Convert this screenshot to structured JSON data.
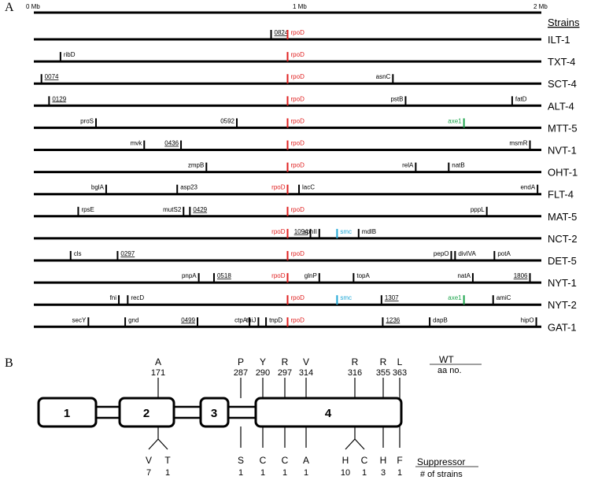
{
  "panel_a": {
    "label": "A",
    "scale": {
      "labels": [
        "0 Mb",
        "1 Mb",
        "2 Mb"
      ]
    },
    "strains_header": "Strains",
    "colors": {
      "rpoD": "#e02020",
      "smc": "#1fa7d6",
      "axe1": "#1aa34a",
      "default": "#000000"
    },
    "tracks": [
      {
        "strain": "ILT-1",
        "markers": [
          {
            "label": "0824",
            "pos": 0.935,
            "underline": true
          },
          {
            "label": "rpoD",
            "pos": 1.0,
            "color": "rpoD"
          }
        ]
      },
      {
        "strain": "TXT-4",
        "markers": [
          {
            "label": "ribD",
            "pos": 0.105
          },
          {
            "label": "rpoD",
            "pos": 1.0,
            "color": "rpoD"
          }
        ]
      },
      {
        "strain": "SCT-4",
        "markers": [
          {
            "label": "0074",
            "pos": 0.03,
            "underline": true
          },
          {
            "label": "rpoD",
            "pos": 1.0,
            "color": "rpoD"
          },
          {
            "label": "asnC",
            "pos": 1.415,
            "label_side": "left"
          }
        ]
      },
      {
        "strain": "ALT-4",
        "markers": [
          {
            "label": "0129",
            "pos": 0.06,
            "underline": true
          },
          {
            "label": "rpoD",
            "pos": 1.0,
            "color": "rpoD"
          },
          {
            "label": "pstB",
            "pos": 1.465,
            "label_side": "left"
          },
          {
            "label": "fatD",
            "pos": 1.885
          }
        ]
      },
      {
        "strain": "MTT-5",
        "markers": [
          {
            "label": "proS",
            "pos": 0.245,
            "label_side": "left"
          },
          {
            "label": "0592",
            "pos": 0.8,
            "label_side": "left"
          },
          {
            "label": "rpoD",
            "pos": 1.0,
            "color": "rpoD"
          },
          {
            "label": "axe1",
            "pos": 1.695,
            "color": "axe1",
            "label_side": "left"
          }
        ]
      },
      {
        "strain": "NVT-1",
        "markers": [
          {
            "label": "mvk",
            "pos": 0.435,
            "label_side": "left"
          },
          {
            "label": "0436",
            "pos": 0.58,
            "underline": true,
            "label_side": "left"
          },
          {
            "label": "rpoD",
            "pos": 1.0,
            "color": "rpoD"
          },
          {
            "label": "msmR",
            "pos": 1.955,
            "label_side": "left"
          }
        ]
      },
      {
        "strain": "OHT-1",
        "markers": [
          {
            "label": "zmpB",
            "pos": 0.68,
            "label_side": "left"
          },
          {
            "label": "rpoD",
            "pos": 1.0,
            "color": "rpoD"
          },
          {
            "label": "relA",
            "pos": 1.505,
            "label_side": "left"
          },
          {
            "label": "natB",
            "pos": 1.635
          }
        ]
      },
      {
        "strain": "FLT-4",
        "markers": [
          {
            "label": "bglA",
            "pos": 0.285,
            "label_side": "left"
          },
          {
            "label": "asp23",
            "pos": 0.565
          },
          {
            "label": "rpoD",
            "pos": 1.0,
            "color": "rpoD",
            "label_side": "left"
          },
          {
            "label": "lacC",
            "pos": 1.045
          },
          {
            "label": "endA",
            "pos": 1.985,
            "label_side": "left"
          }
        ]
      },
      {
        "strain": "MAT-5",
        "markers": [
          {
            "label": "rpsE",
            "pos": 0.175
          },
          {
            "label": "mutS2",
            "pos": 0.59,
            "label_side": "left"
          },
          {
            "label": "0429",
            "pos": 0.615,
            "underline": true
          },
          {
            "label": "rpoD",
            "pos": 1.0,
            "color": "rpoD"
          },
          {
            "label": "pppL",
            "pos": 1.785,
            "label_side": "left"
          }
        ]
      },
      {
        "strain": "NCT-2",
        "markers": [
          {
            "label": "rpoD",
            "pos": 1.0,
            "color": "rpoD",
            "label_side": "left"
          },
          {
            "label": "1094",
            "pos": 1.09,
            "underline": true,
            "label_side": "left"
          },
          {
            "label": "spnII",
            "pos": 1.125,
            "label_side": "left"
          },
          {
            "label": "smc",
            "pos": 1.195,
            "color": "smc"
          },
          {
            "label": "mdlB",
            "pos": 1.28
          }
        ]
      },
      {
        "strain": "DET-5",
        "markers": [
          {
            "label": "cls",
            "pos": 0.145
          },
          {
            "label": "0297",
            "pos": 0.33,
            "underline": true
          },
          {
            "label": "rpoD",
            "pos": 1.0,
            "color": "rpoD"
          },
          {
            "label": "pepO",
            "pos": 1.645,
            "label_side": "left"
          },
          {
            "label": "divIVA",
            "pos": 1.66
          },
          {
            "label": "potA",
            "pos": 1.815
          }
        ]
      },
      {
        "strain": "NYT-1",
        "markers": [
          {
            "label": "pnpA",
            "pos": 0.65,
            "label_side": "left"
          },
          {
            "label": "0518",
            "pos": 0.71,
            "underline": true
          },
          {
            "label": "rpoD",
            "pos": 1.0,
            "color": "rpoD",
            "label_side": "left"
          },
          {
            "label": "glnP",
            "pos": 1.125,
            "label_side": "left"
          },
          {
            "label": "topA",
            "pos": 1.26
          },
          {
            "label": "natA",
            "pos": 1.73,
            "label_side": "left"
          },
          {
            "label": "1806",
            "pos": 1.955,
            "underline": true,
            "label_side": "left"
          }
        ]
      },
      {
        "strain": "NYT-2",
        "markers": [
          {
            "label": "fni",
            "pos": 0.335,
            "label_side": "left"
          },
          {
            "label": "recD",
            "pos": 0.37
          },
          {
            "label": "rpoD",
            "pos": 1.0,
            "color": "rpoD"
          },
          {
            "label": "smc",
            "pos": 1.195,
            "color": "smc"
          },
          {
            "label": "1307",
            "pos": 1.37,
            "underline": true
          },
          {
            "label": "axe1",
            "pos": 1.695,
            "color": "axe1",
            "label_side": "left"
          },
          {
            "label": "amiC",
            "pos": 1.81
          }
        ]
      },
      {
        "strain": "GAT-1",
        "markers": [
          {
            "label": "secY",
            "pos": 0.215,
            "label_side": "left"
          },
          {
            "label": "gnd",
            "pos": 0.36
          },
          {
            "label": "0499",
            "pos": 0.645,
            "underline": true,
            "label_side": "left"
          },
          {
            "label": "ctpA",
            "pos": 0.85,
            "label_side": "left"
          },
          {
            "label": "thiJ",
            "pos": 0.885,
            "label_side": "left"
          },
          {
            "label": "tnpD",
            "pos": 0.915
          },
          {
            "label": "rpoD",
            "pos": 1.0,
            "color": "rpoD"
          },
          {
            "label": "1236",
            "pos": 1.375,
            "underline": true
          },
          {
            "label": "dapB",
            "pos": 1.56
          },
          {
            "label": "hipO",
            "pos": 1.98,
            "label_side": "left"
          }
        ]
      }
    ]
  },
  "panel_b": {
    "label": "B",
    "wt_label": "WT",
    "aa_label": "aa no.",
    "suppressor_label": "Suppressor",
    "strains_count_label": "# of strains",
    "domains": [
      "1",
      "2",
      "3",
      "4"
    ],
    "sites": [
      {
        "wt": "A",
        "aa": "171",
        "suppressors": [
          {
            "aa": "V",
            "count": "7"
          },
          {
            "aa": "T",
            "count": "1"
          }
        ]
      },
      {
        "wt": "P",
        "aa": "287",
        "suppressors": [
          {
            "aa": "S",
            "count": "1"
          }
        ]
      },
      {
        "wt": "Y",
        "aa": "290",
        "suppressors": [
          {
            "aa": "C",
            "count": "1"
          }
        ]
      },
      {
        "wt": "R",
        "aa": "297",
        "suppressors": [
          {
            "aa": "C",
            "count": "1"
          }
        ]
      },
      {
        "wt": "V",
        "aa": "314",
        "suppressors": [
          {
            "aa": "A",
            "count": "1"
          }
        ]
      },
      {
        "wt": "R",
        "aa": "316",
        "suppressors": [
          {
            "aa": "H",
            "count": "10"
          },
          {
            "aa": "C",
            "count": "1"
          }
        ]
      },
      {
        "wt": "R",
        "aa": "355",
        "suppressors": [
          {
            "aa": "H",
            "count": "3"
          }
        ]
      },
      {
        "wt": "L",
        "aa": "363",
        "suppressors": [
          {
            "aa": "F",
            "count": "1"
          }
        ]
      }
    ]
  }
}
